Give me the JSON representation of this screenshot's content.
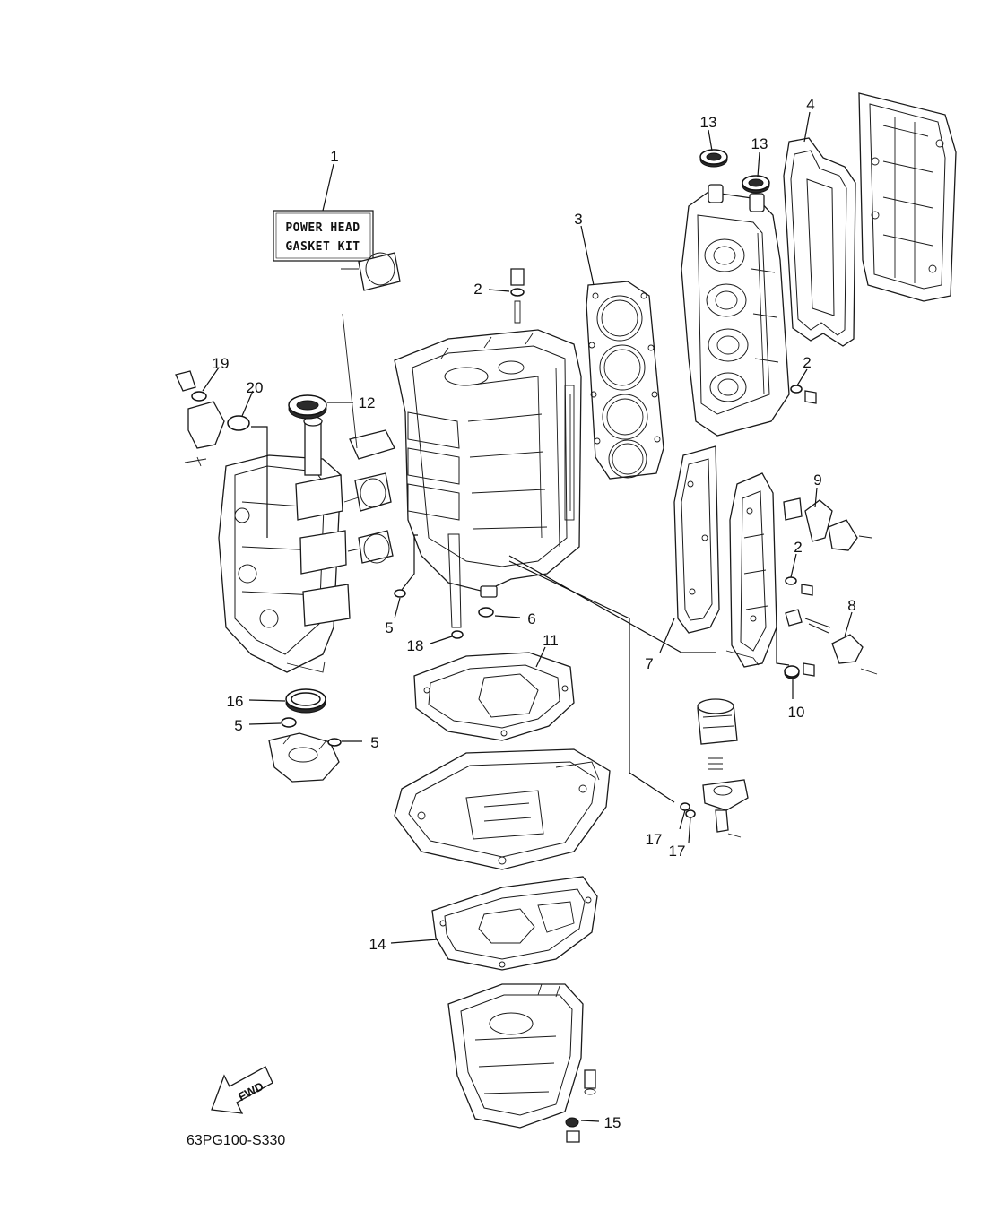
{
  "kit_label": {
    "line1": "POWER HEAD",
    "line2": "GASKET KIT"
  },
  "direction_arrow": {
    "label": "FWD",
    "icon": "forward-arrow-icon"
  },
  "diagram_code": "63PG100-S330",
  "callouts": [
    {
      "id": "c1",
      "text": "1"
    },
    {
      "id": "c2a",
      "text": "2"
    },
    {
      "id": "c2b",
      "text": "2"
    },
    {
      "id": "c2c",
      "text": "2"
    },
    {
      "id": "c3",
      "text": "3"
    },
    {
      "id": "c4",
      "text": "4"
    },
    {
      "id": "c5a",
      "text": "5"
    },
    {
      "id": "c5b",
      "text": "5"
    },
    {
      "id": "c5c",
      "text": "5"
    },
    {
      "id": "c6",
      "text": "6"
    },
    {
      "id": "c7",
      "text": "7"
    },
    {
      "id": "c8",
      "text": "8"
    },
    {
      "id": "c9",
      "text": "9"
    },
    {
      "id": "c10",
      "text": "10"
    },
    {
      "id": "c11",
      "text": "11"
    },
    {
      "id": "c12",
      "text": "12"
    },
    {
      "id": "c13a",
      "text": "13"
    },
    {
      "id": "c13b",
      "text": "13"
    },
    {
      "id": "c14",
      "text": "14"
    },
    {
      "id": "c15",
      "text": "15"
    },
    {
      "id": "c16",
      "text": "16"
    },
    {
      "id": "c17a",
      "text": "17"
    },
    {
      "id": "c17b",
      "text": "17"
    },
    {
      "id": "c18",
      "text": "18"
    },
    {
      "id": "c19",
      "text": "19"
    },
    {
      "id": "c20",
      "text": "20"
    }
  ]
}
